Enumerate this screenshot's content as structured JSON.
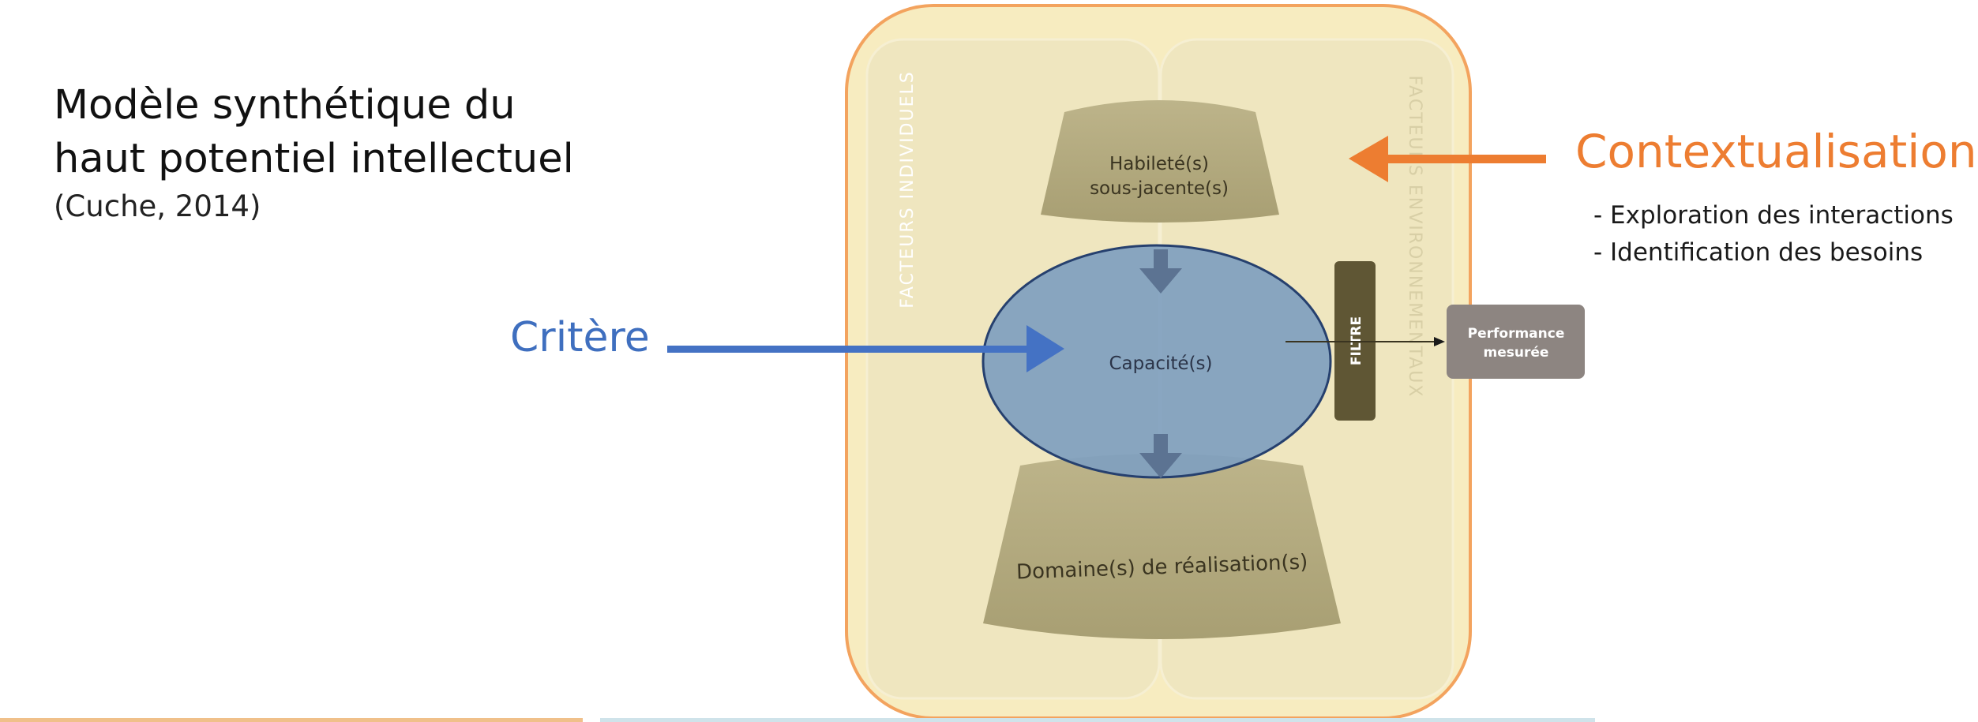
{
  "title": {
    "line1": "Modèle synthétique du",
    "line2": "haut potentiel intellectuel",
    "citation": "(Cuche, 2014)"
  },
  "diagram": {
    "left_band": "FACTEURS INDIVIDUELS",
    "right_band": "FACTEURS ENVIRONNEMENTAUX",
    "top_shape_line1": "Habileté(s)",
    "top_shape_line2": "sous-jacente(s)",
    "center_shape": "Capacité(s)",
    "bottom_shape": "Domaine(s) de réalisation(s)",
    "filter": "FILTRE",
    "output_line1": "Performance",
    "output_line2": "mesurée"
  },
  "annotations": {
    "critere": "Critère",
    "contextualisation": "Contextualisation",
    "bullets": [
      "- Exploration des interactions",
      "- Identification des besoins"
    ]
  },
  "colors": {
    "outer_frame_stroke": "#f3a35e",
    "outer_frame_fill": "#f7ecc0",
    "band_fill": "#efe6bf",
    "shape_fill": "#b4ab80",
    "ellipse_fill": "#7f9fbf",
    "ellipse_stroke": "#26406e",
    "filter_fill": "#5f5634",
    "output_fill": "#8d8581",
    "critere_blue": "#4472c4",
    "context_orange": "#ed7d31",
    "down_arrow": "#5c7392"
  }
}
